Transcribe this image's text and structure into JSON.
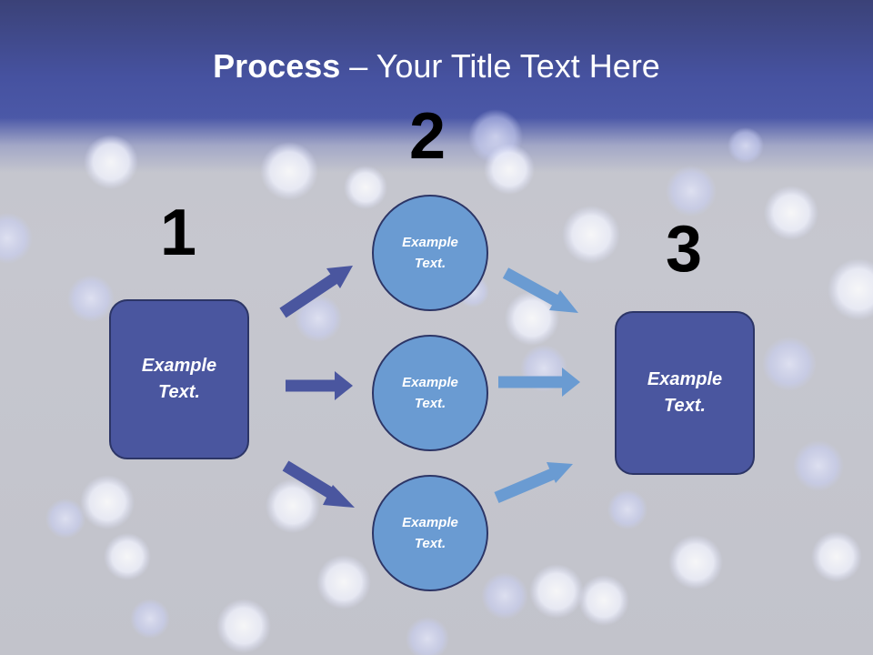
{
  "title": {
    "bold_part": "Process",
    "rest": " – Your Title Text Here"
  },
  "steps": {
    "one": "1",
    "two": "2",
    "three": "3"
  },
  "left_box": {
    "line1": "Example",
    "line2": "Text."
  },
  "circles": [
    {
      "line1": "Example",
      "line2": "Text."
    },
    {
      "line1": "Example",
      "line2": "Text."
    },
    {
      "line1": "Example",
      "line2": "Text."
    }
  ],
  "right_box": {
    "line1": "Example",
    "line2": "Text."
  },
  "colors": {
    "header": "#4652a0",
    "box_fill": "#4a569f",
    "circle_fill": "#6a9bd2",
    "arrow_dark": "#4a569f",
    "arrow_light": "#6a9bd2"
  }
}
